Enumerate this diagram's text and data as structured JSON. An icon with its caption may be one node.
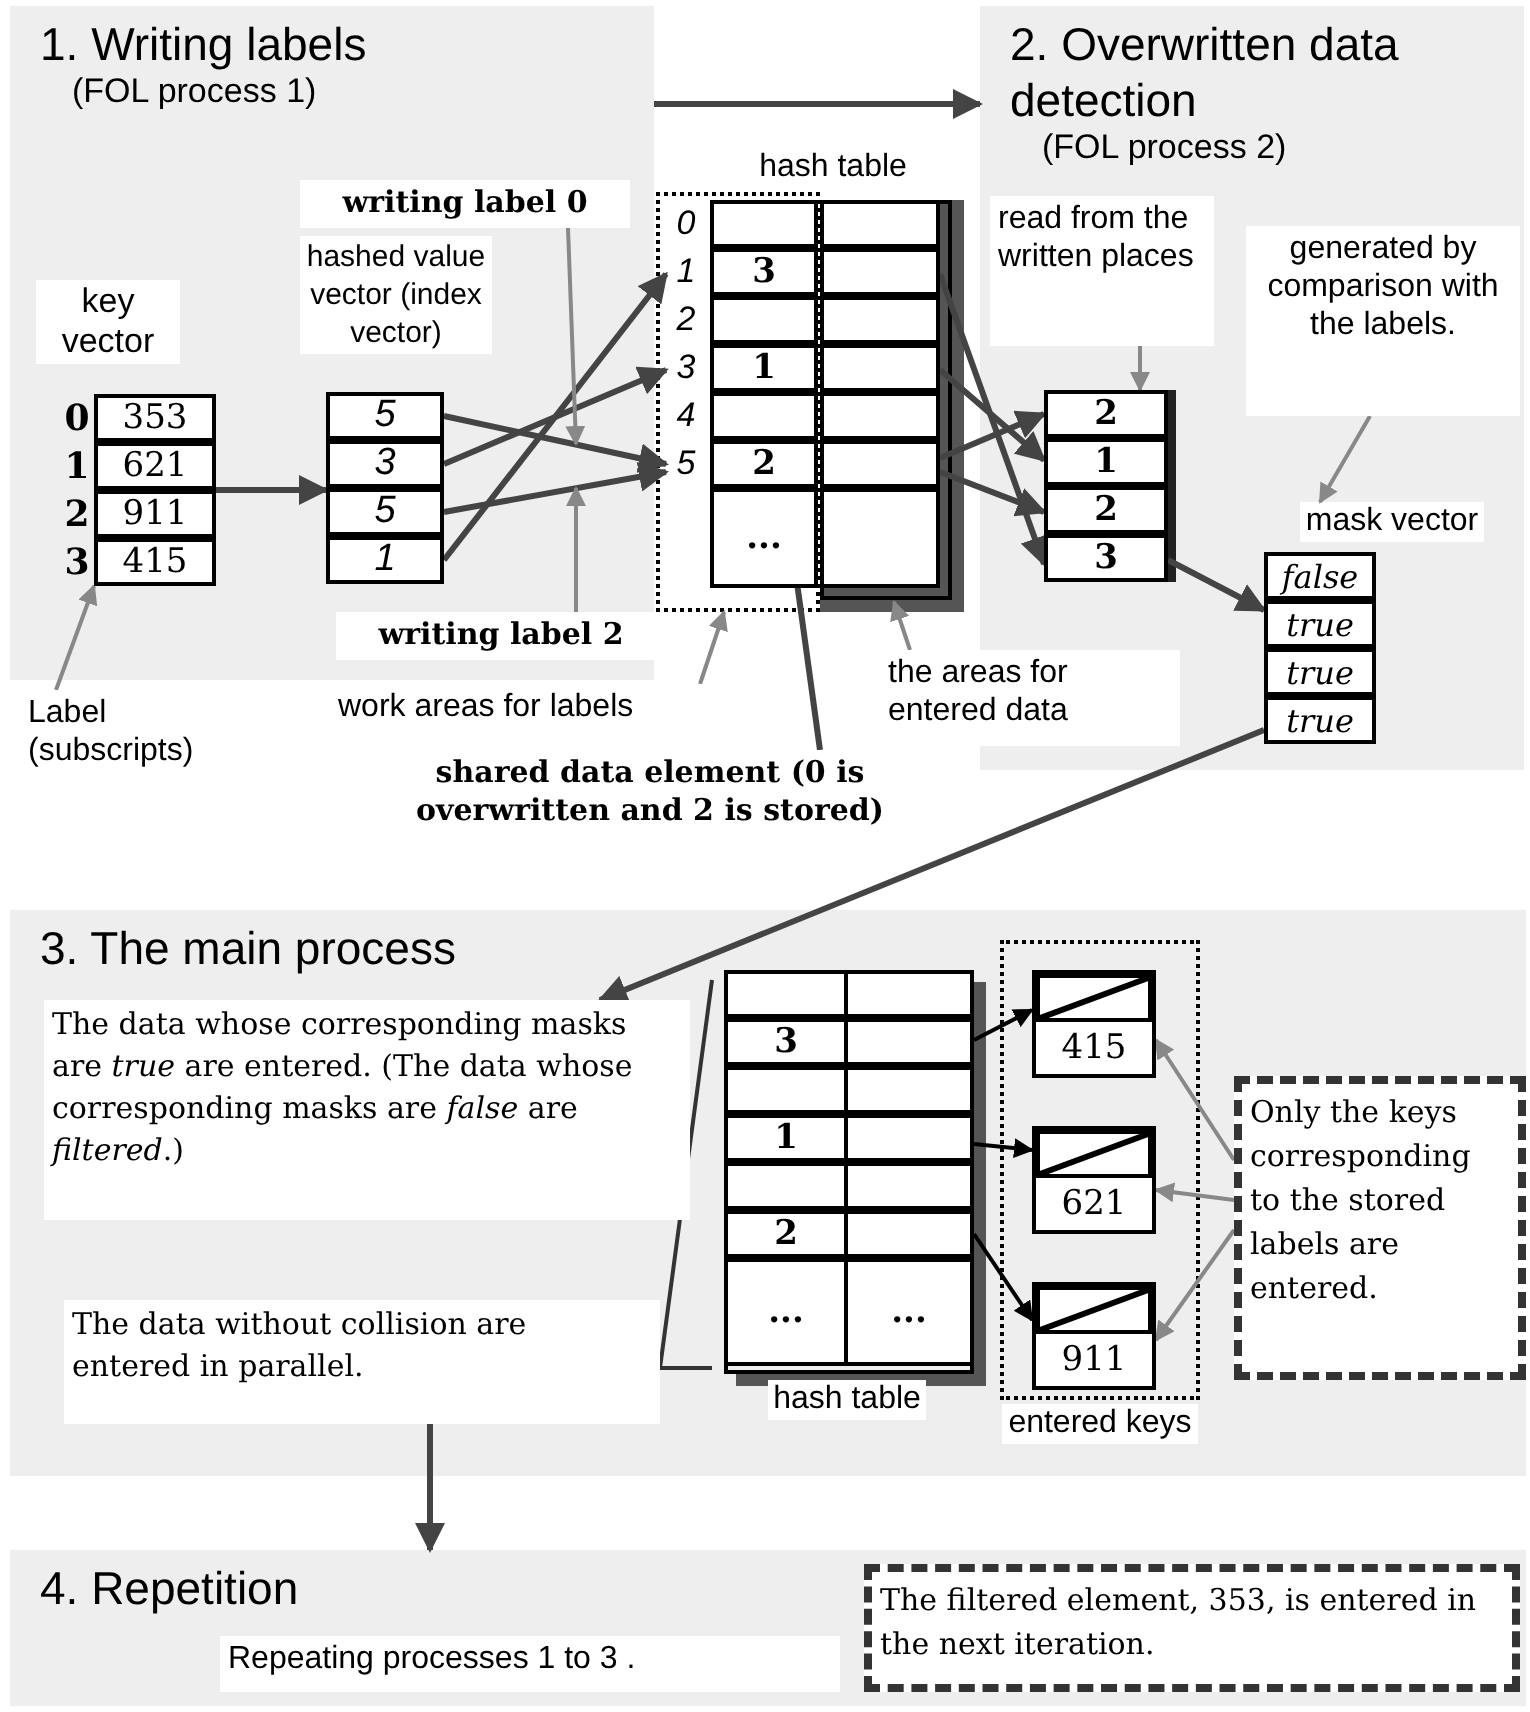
{
  "diagram": {
    "nodes": [
      {
        "text": [
          "1. Writing labels",
          "(FOL process 1)"
        ]
      },
      {
        "text": [
          "key vector"
        ],
        "in": 0
      },
      {
        "text": [
          "353"
        ],
        "in": 1,
        "beside": [
          "0"
        ]
      },
      {
        "text": [
          "621"
        ],
        "in": 1,
        "beside": [
          "1"
        ]
      },
      {
        "text": [
          "911"
        ],
        "in": 1,
        "beside": [
          "2"
        ]
      },
      {
        "text": [
          "415"
        ],
        "in": 1,
        "beside": [
          "3"
        ]
      },
      {
        "text": [
          "hashed value vector (index vector)"
        ],
        "in": 0
      },
      {
        "text": [
          "5"
        ],
        "in": 6
      },
      {
        "text": [
          "3"
        ],
        "in": 6
      },
      {
        "text": [
          "5"
        ],
        "in": 6
      },
      {
        "text": [
          "1"
        ],
        "in": 6
      },
      {
        "text": [
          "writing label 0"
        ],
        "in": 0
      },
      {
        "text": [
          "writing label 2"
        ],
        "in": 0
      },
      {
        "text": [
          "Label (subscripts)"
        ]
      },
      {
        "text": [
          "2. Overwritten data detection",
          "(FOL process 2)"
        ]
      },
      {
        "text": [
          "hash table"
        ]
      },
      {
        "text": [],
        "shape": "box"
      },
      {
        "text": [],
        "shape": "box",
        "in": 16,
        "beside": [
          "0"
        ]
      },
      {
        "text": [
          "3"
        ],
        "in": 16,
        "beside": [
          "1"
        ]
      },
      {
        "text": [],
        "shape": "box",
        "in": 16,
        "beside": [
          "2"
        ]
      },
      {
        "text": [
          "1"
        ],
        "in": 16,
        "beside": [
          "3"
        ]
      },
      {
        "text": [],
        "shape": "box",
        "in": 16,
        "beside": [
          "4"
        ]
      },
      {
        "text": [
          "2"
        ],
        "in": 16,
        "beside": [
          "5"
        ]
      },
      {
        "text": [
          "..."
        ],
        "in": 16
      },
      {
        "text": [],
        "shape": "box",
        "in": 15
      },
      {
        "text": [],
        "shape": "box",
        "in": 24
      },
      {
        "text": [],
        "shape": "box",
        "in": 24
      },
      {
        "text": [],
        "shape": "box",
        "in": 24
      },
      {
        "text": [],
        "shape": "box",
        "in": 24
      },
      {
        "text": [],
        "shape": "box",
        "in": 24
      },
      {
        "text": [],
        "shape": "box",
        "in": 24
      },
      {
        "text": [],
        "shape": "box",
        "in": 24
      },
      {
        "text": [
          "shared data element (0 is overwritten and 2 is stored)"
        ]
      },
      {
        "text": [
          "work areas for labels"
        ]
      },
      {
        "text": [
          "the areas for entered data"
        ]
      },
      {
        "text": [
          "read from the written places"
        ],
        "in": 14
      },
      {
        "text": [],
        "shape": "box",
        "in": 14
      },
      {
        "text": [
          "2"
        ],
        "in": 36
      },
      {
        "text": [
          "1"
        ],
        "in": 36
      },
      {
        "text": [
          "2"
        ],
        "in": 36
      },
      {
        "text": [
          "3"
        ],
        "in": 36
      },
      {
        "text": [
          "generated by comparison with the labels."
        ],
        "in": 14
      },
      {
        "text": [
          "mask vector"
        ],
        "in": 14
      },
      {
        "text": [
          "false"
        ],
        "in": 42
      },
      {
        "text": [
          "true"
        ],
        "in": 42
      },
      {
        "text": [
          "true"
        ],
        "in": 42
      },
      {
        "text": [
          "true"
        ],
        "in": 42
      },
      {
        "text": [
          "3. The main process"
        ]
      },
      {
        "text": [
          "The data whose corresponding masks are *true* are entered.  (The data whose corresponding masks are *false* are *filtered*.)"
        ],
        "in": 47
      },
      {
        "text": [
          "The data without collision are entered in parallel."
        ],
        "in": 47
      },
      {
        "text": [
          "hash table"
        ],
        "in": 47
      },
      {
        "text": [],
        "shape": "box",
        "in": 50
      },
      {
        "text": [
          "3"
        ],
        "in": 50
      },
      {
        "text": [],
        "shape": "box",
        "in": 50
      },
      {
        "text": [
          "1"
        ],
        "in": 50
      },
      {
        "text": [],
        "shape": "box",
        "in": 50
      },
      {
        "text": [
          "2"
        ],
        "in": 50
      },
      {
        "text": [
          "..."
        ],
        "in": 50
      },
      {
        "text": [],
        "shape": "box",
        "in": 50
      },
      {
        "text": [],
        "shape": "box",
        "in": 50
      },
      {
        "text": [],
        "shape": "box",
        "in": 50
      },
      {
        "text": [],
        "shape": "box",
        "in": 50
      },
      {
        "text": [],
        "shape": "box",
        "in": 50
      },
      {
        "text": [],
        "shape": "box",
        "in": 50
      },
      {
        "text": [
          "..."
        ],
        "in": 50
      },
      {
        "text": [
          "entered keys"
        ],
        "in": 47
      },
      {
        "text": [
          "415"
        ],
        "in": 65
      },
      {
        "text": [
          "621"
        ],
        "in": 65
      },
      {
        "text": [
          "911"
        ],
        "in": 65
      },
      {
        "text": [
          "Only the keys corresponding to the stored labels are entered."
        ],
        "in": 47
      },
      {
        "text": [
          "4. Repetition"
        ]
      },
      {
        "text": [
          "Repeating processes 1 to 3 ."
        ],
        "in": 70
      },
      {
        "text": [
          "The filtered element, 353, is entered in the next iteration."
        ],
        "in": 70
      }
    ],
    "edges": [
      {
        "from": 0,
        "to": 14,
        "arrow": "to"
      },
      {
        "from": 1,
        "to": 6,
        "arrow": "to"
      },
      {
        "from": 7,
        "to": 22,
        "arrow": "to"
      },
      {
        "from": 8,
        "to": 20,
        "arrow": "to"
      },
      {
        "from": 9,
        "to": 22,
        "arrow": "to"
      },
      {
        "from": 10,
        "to": 18,
        "arrow": "to"
      },
      {
        "from": 11,
        "to": null,
        "arrow": "to",
        "color": "#888888"
      },
      {
        "from": 12,
        "to": null,
        "arrow": "to",
        "color": "#888888"
      },
      {
        "from": 13,
        "to": 5,
        "arrow": "to",
        "color": "#888888"
      },
      {
        "from": 26,
        "to": 40,
        "arrow": "to"
      },
      {
        "from": 28,
        "to": 38,
        "arrow": "to"
      },
      {
        "from": 30,
        "to": 37,
        "arrow": "to"
      },
      {
        "from": 30,
        "to": 39,
        "arrow": "to"
      },
      {
        "from": 32,
        "to": 22,
        "arrow": "to"
      },
      {
        "from": 33,
        "to": 16,
        "arrow": "to",
        "color": "#888888"
      },
      {
        "from": 34,
        "to": 24,
        "arrow": "to",
        "color": "#888888"
      },
      {
        "from": 35,
        "to": 36,
        "arrow": "to",
        "color": "#888888"
      },
      {
        "from": 41,
        "to": 42,
        "arrow": "to",
        "color": "#888888"
      },
      {
        "from": 36,
        "to": 42,
        "arrow": "to"
      },
      {
        "from": 42,
        "to": 48,
        "arrow": "to"
      },
      {
        "from": 49,
        "to": 70,
        "arrow": "to"
      },
      {
        "from": 59,
        "to": 66,
        "arrow": "to",
        "color": "#000000"
      },
      {
        "from": 61,
        "to": 67,
        "arrow": "to",
        "color": "#000000"
      },
      {
        "from": 63,
        "to": 68,
        "arrow": "to",
        "color": "#000000"
      },
      {
        "from": 69,
        "to": 66,
        "arrow": "to",
        "color": "#888888"
      },
      {
        "from": 69,
        "to": 67,
        "arrow": "to",
        "color": "#888888"
      },
      {
        "from": 69,
        "to": 68,
        "arrow": "to",
        "color": "#888888"
      }
    ]
  }
}
